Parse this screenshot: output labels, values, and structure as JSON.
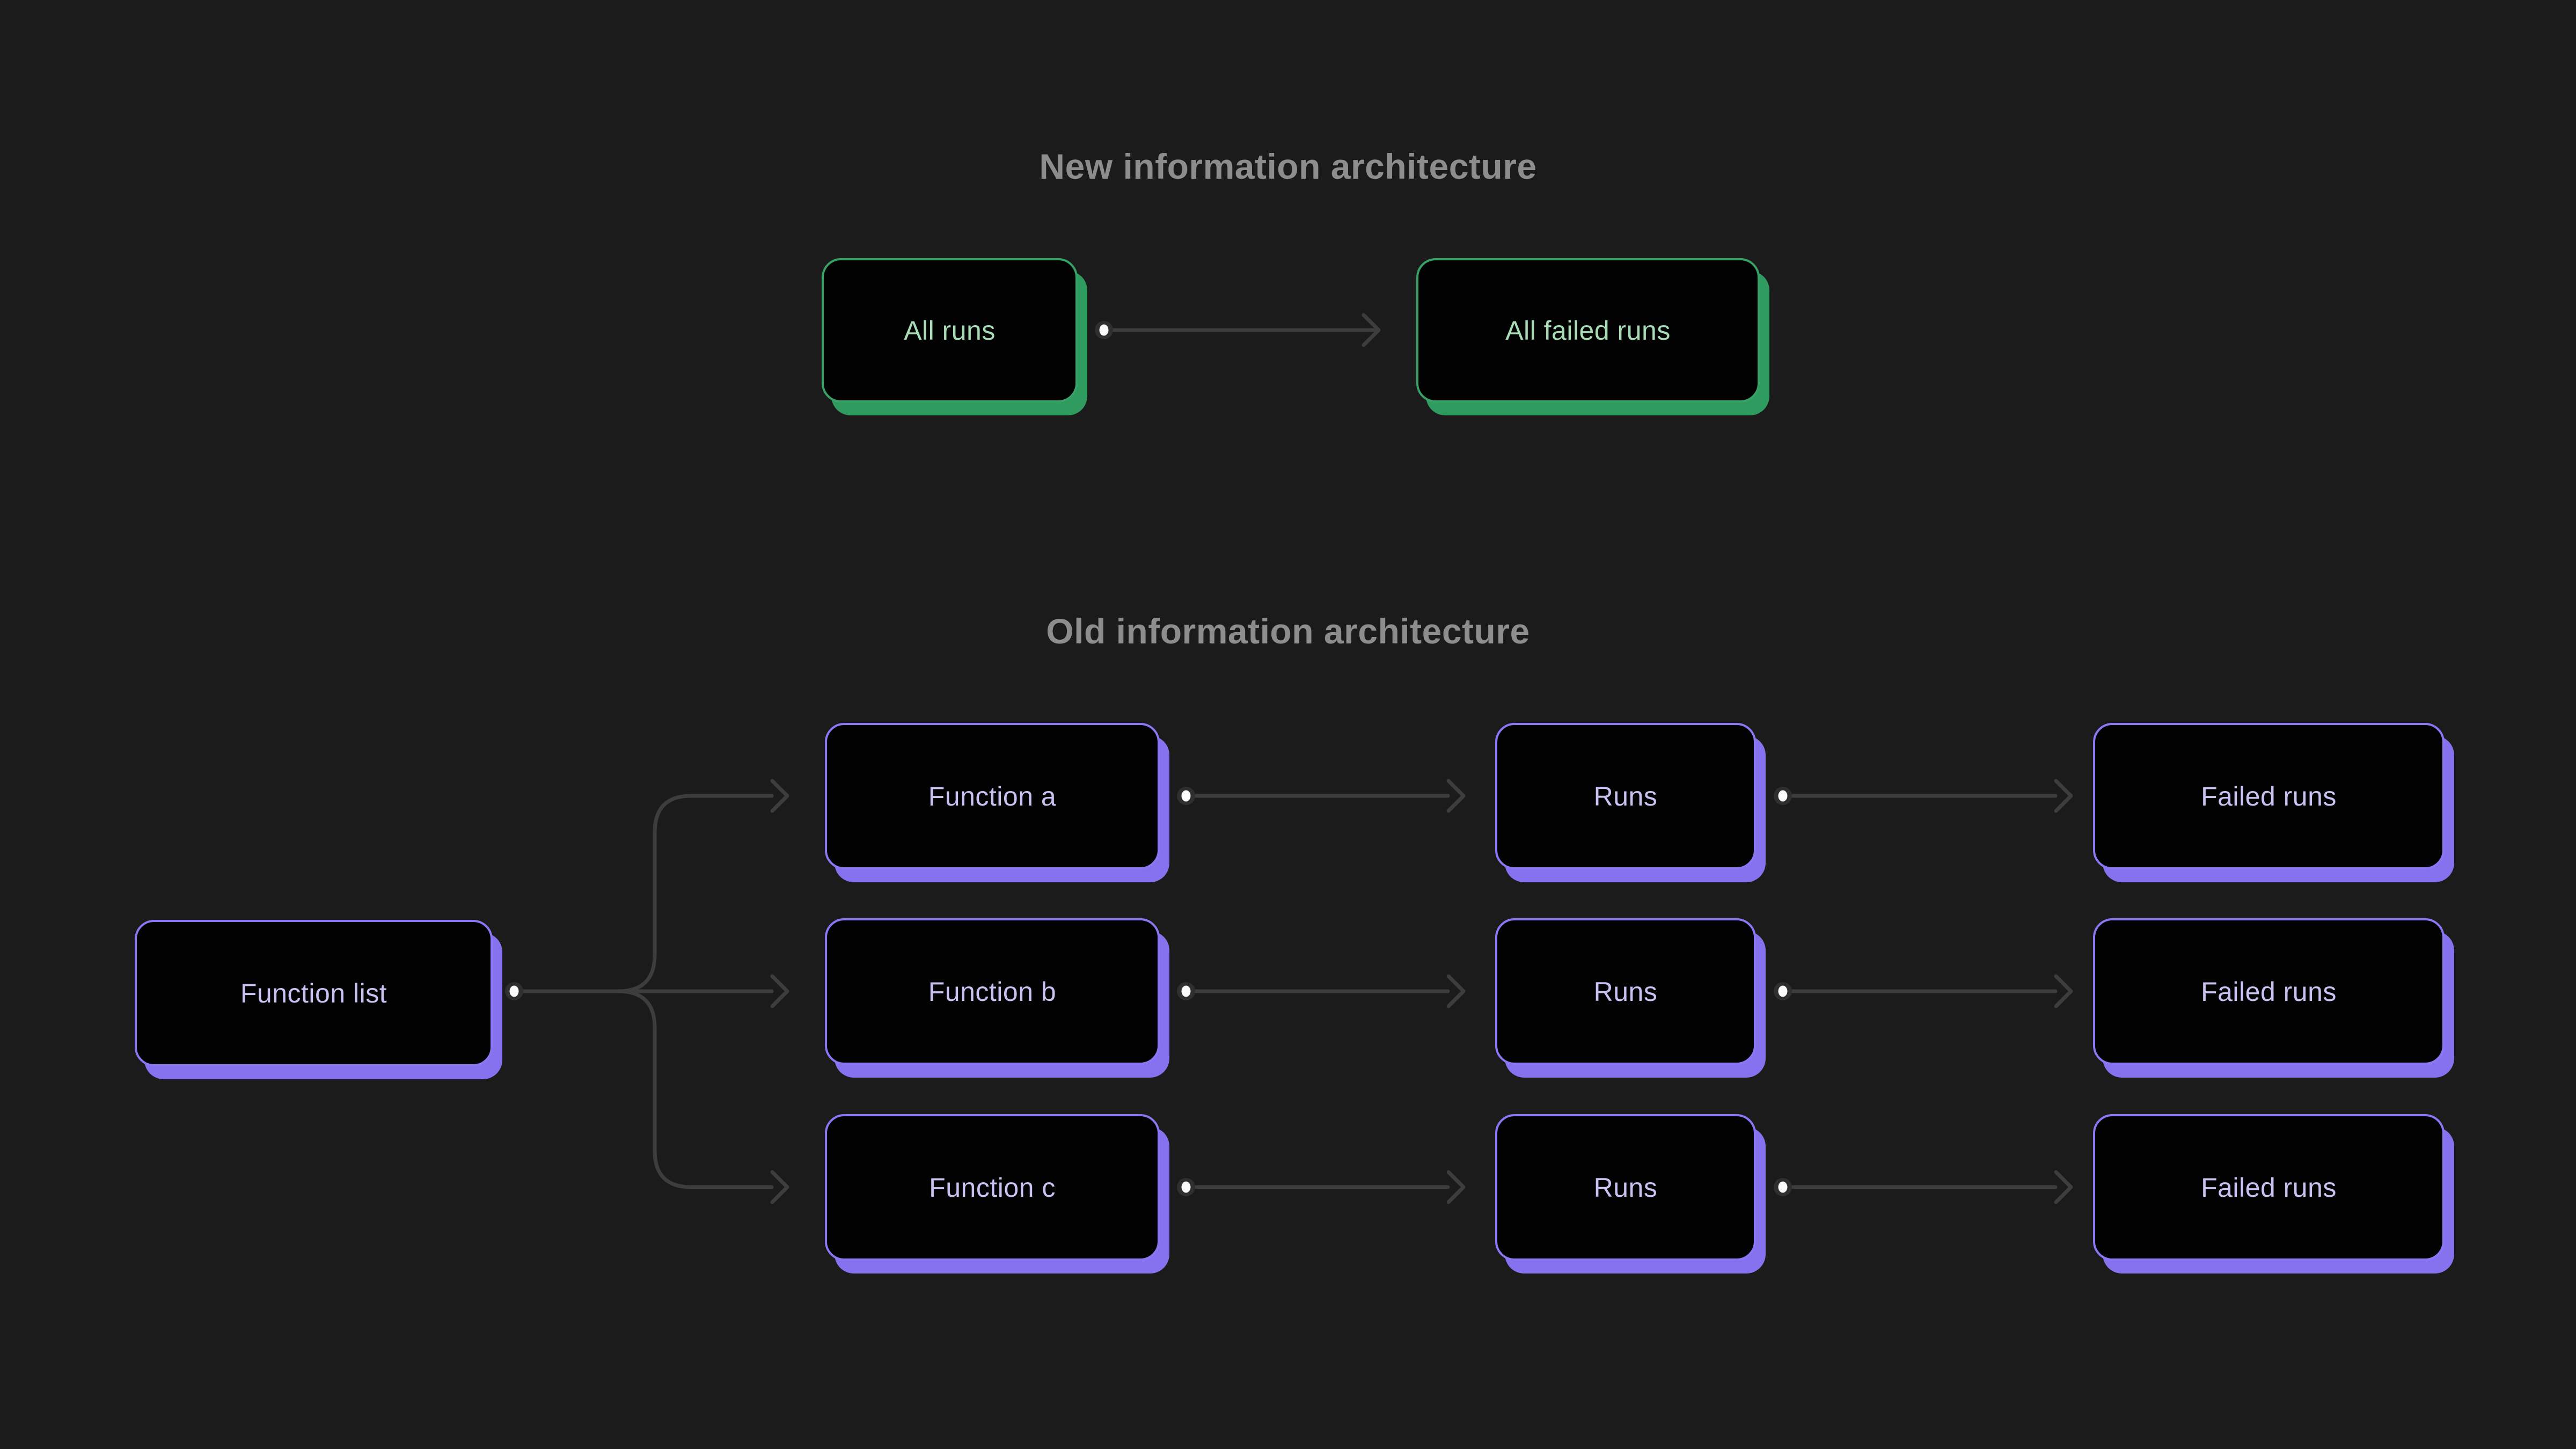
{
  "canvas": {
    "background": "#1b1b1b",
    "title_color": "#8d8d8d",
    "node_fill": "#020202"
  },
  "new_section": {
    "title": "New information architecture",
    "accent": {
      "border": "#36a267",
      "shadow": "#2f9b5e",
      "text": "#a8dcb6"
    },
    "nodes": {
      "all_runs": {
        "label": "All runs"
      },
      "all_failed_runs": {
        "label": "All failed runs"
      }
    }
  },
  "old_section": {
    "title": "Old information architecture",
    "accent": {
      "border": "#8b77f3",
      "shadow": "#8672ee",
      "text": "#c9c1f2"
    },
    "nodes": {
      "function_list": {
        "label": "Function list"
      },
      "function_a": {
        "label": "Function a"
      },
      "function_b": {
        "label": "Function b"
      },
      "function_c": {
        "label": "Function c"
      },
      "runs_a": {
        "label": "Runs"
      },
      "runs_b": {
        "label": "Runs"
      },
      "runs_c": {
        "label": "Runs"
      },
      "failed_runs_a": {
        "label": "Failed runs"
      },
      "failed_runs_b": {
        "label": "Failed runs"
      },
      "failed_runs_c": {
        "label": "Failed runs"
      }
    }
  },
  "connectors": {
    "line_color": "#3d3d3d",
    "dot_ring_color": "#2f2f2f",
    "dot_core_color": "#fbfbfb"
  }
}
